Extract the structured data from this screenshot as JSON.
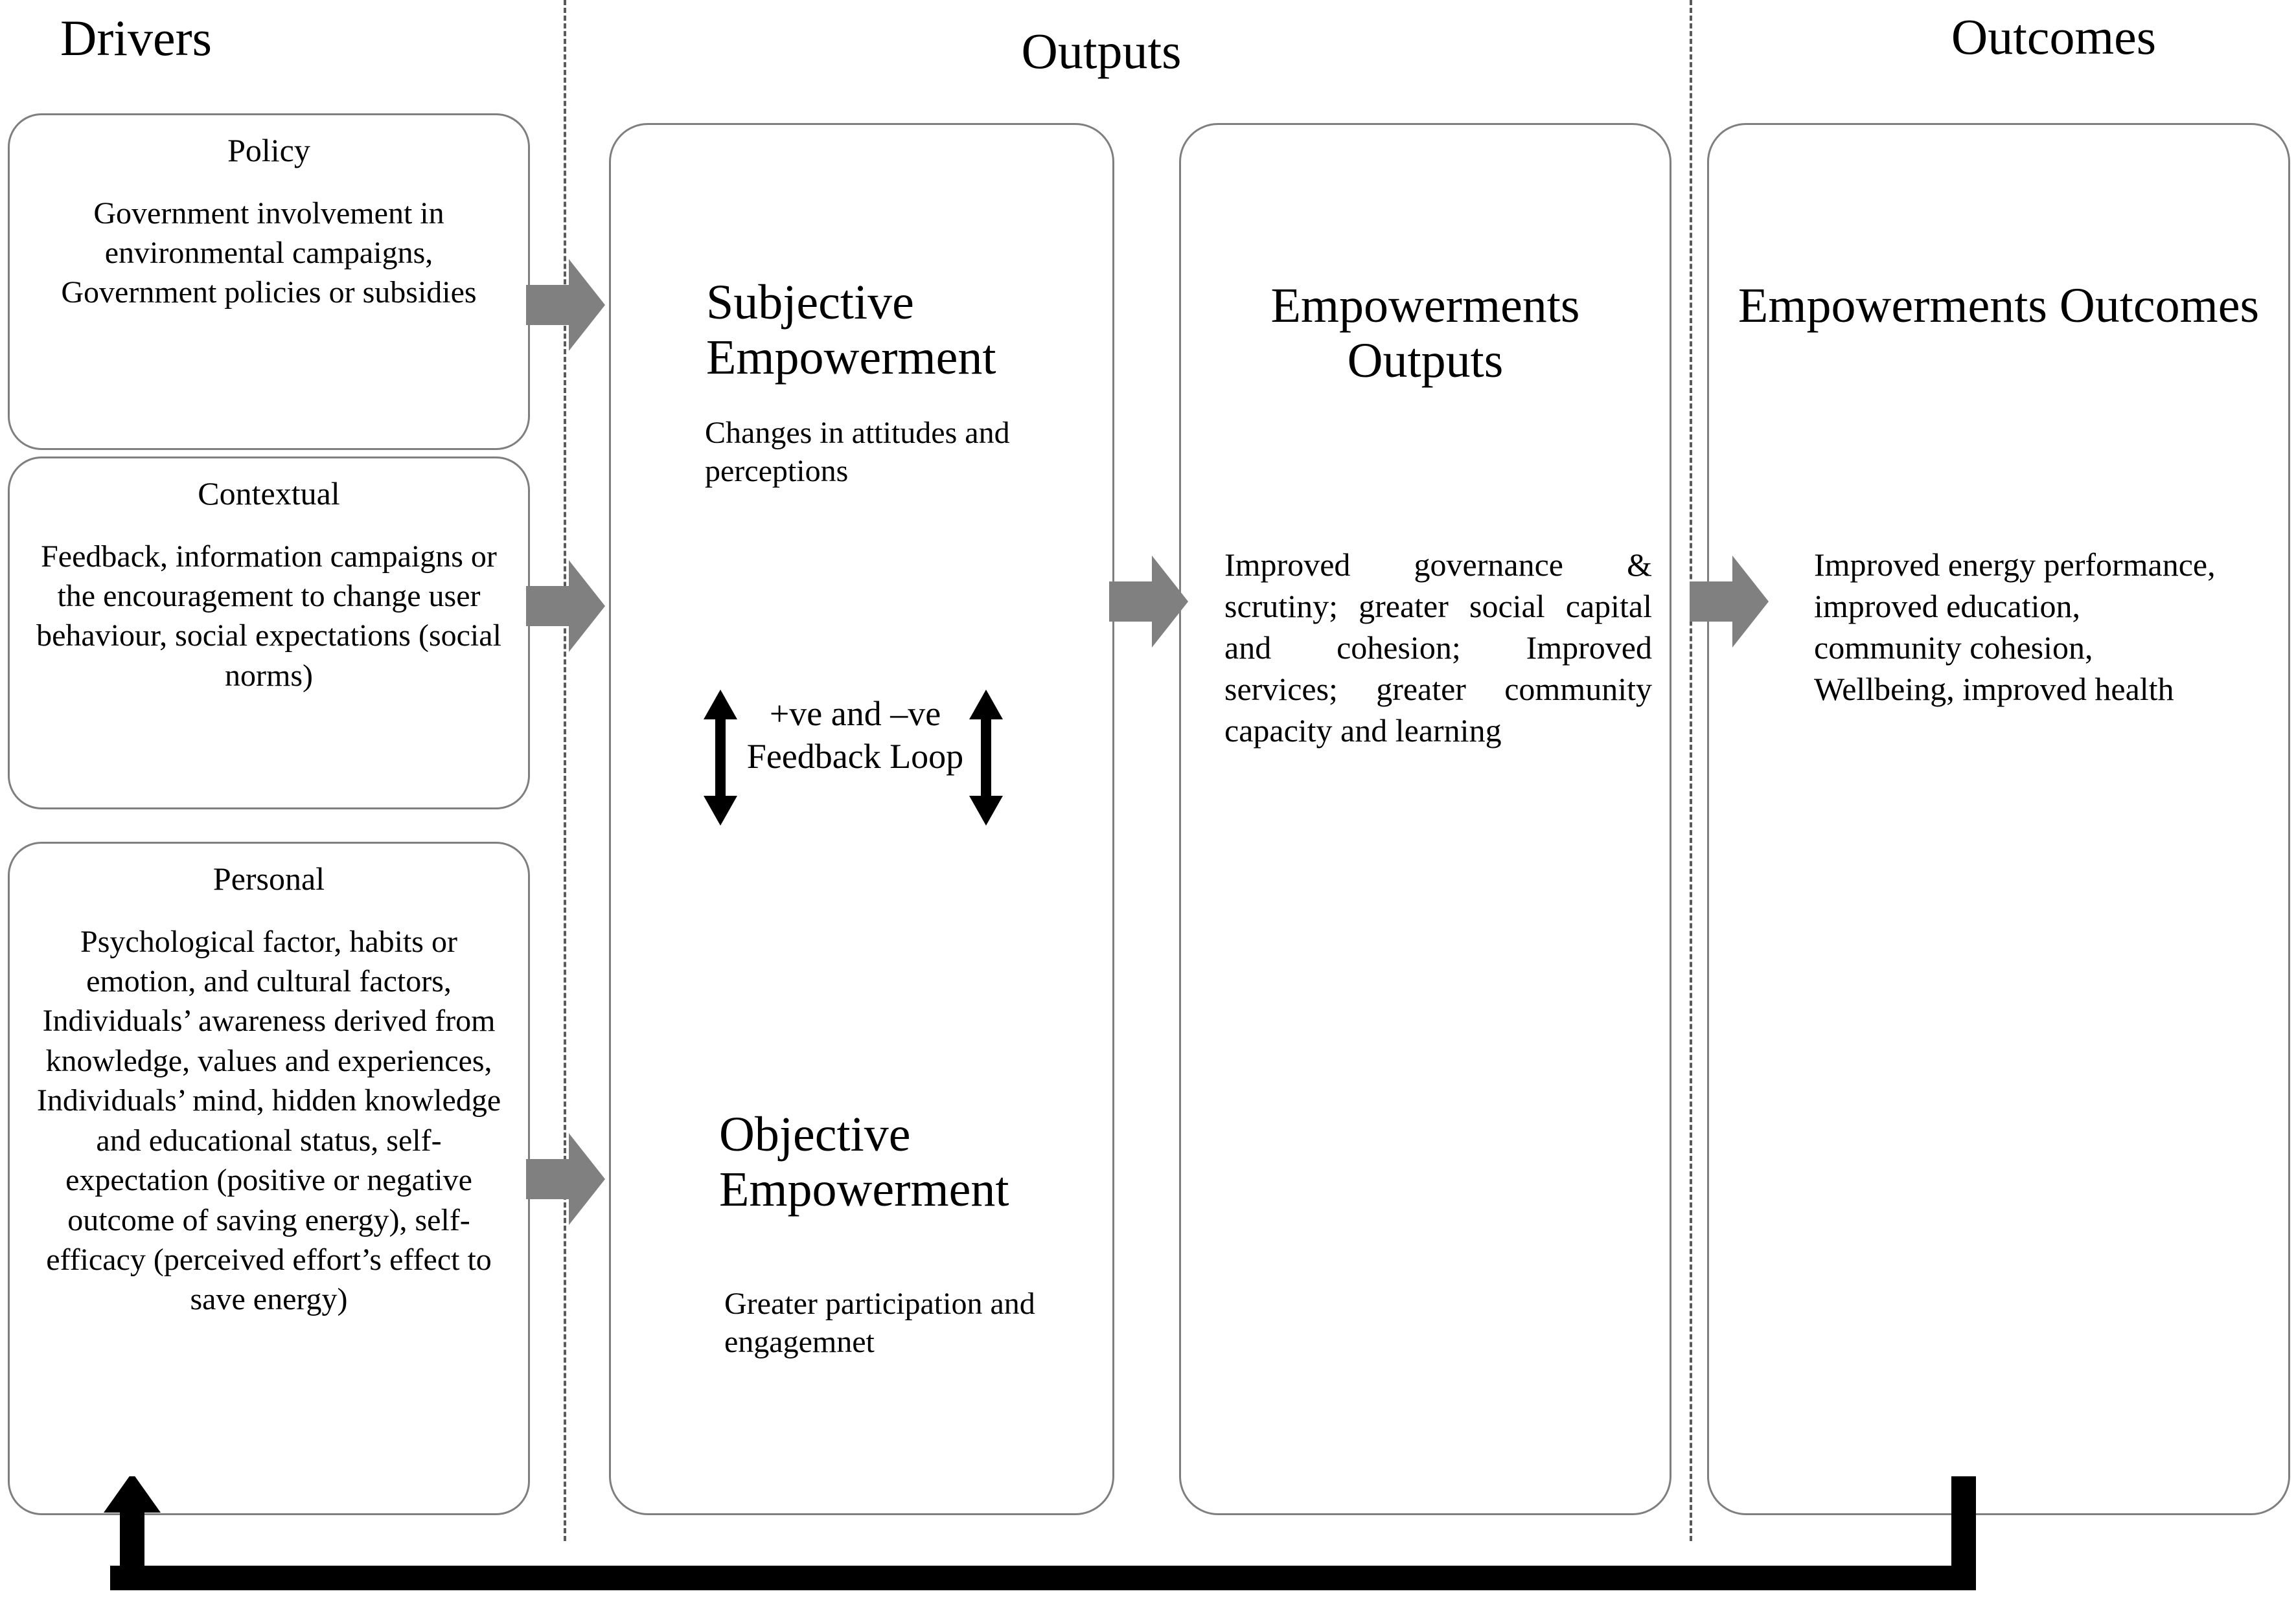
{
  "headers": {
    "drivers": "Drivers",
    "outputs": "Outputs",
    "outcomes": "Outcomes"
  },
  "drivers": {
    "boxes": [
      {
        "id": "policy",
        "title": "Policy",
        "body": "Government involvement in environmental campaigns, Government policies or subsidies"
      },
      {
        "id": "contextual",
        "title": "Contextual",
        "body": "Feedback, information campaigns or the encouragement to change user behaviour, social expectations (social norms)"
      },
      {
        "id": "personal",
        "title": "Personal",
        "body": "Psychological factor, habits or emotion, and cultural factors, Individuals’ awareness derived from knowledge, values and experiences, Individuals’ mind, hidden knowledge and educational status, self-expectation (positive or negative outcome of saving energy), self-efficacy (perceived effort’s effect to save energy)"
      }
    ]
  },
  "outputs_column": {
    "subjective": {
      "title": "Subjective Empowerment",
      "subtitle": "Changes in attitudes and perceptions"
    },
    "feedback_loop": {
      "label": "+ve and –ve Feedback Loop",
      "arrow_left": "double-headed-vertical-arrow",
      "arrow_right": "double-headed-vertical-arrow"
    },
    "objective": {
      "title": "Objective Empowerment",
      "subtitle": "Greater participation and engagemnet"
    }
  },
  "empowerments_outputs": {
    "title": "Empowerments Outputs",
    "body": "Improved governance & scrutiny; greater social capital and cohesion; Improved services; greater community capacity and learning"
  },
  "empowerments_outcomes": {
    "title": "Empowerments Outcomes",
    "body": "Improved energy performance, improved education, community cohesion, Wellbeing, improved health"
  },
  "connectors": {
    "arrow_policy_to_outputs": "right-block-arrow",
    "arrow_contextual_to_outputs": "right-block-arrow",
    "arrow_personal_to_outputs": "right-block-arrow",
    "arrow_outputs_to_empowerments": "right-block-arrow",
    "arrow_empowerments_to_outcomes": "right-block-arrow",
    "feedback_return_path": "feedback-loop-return-arrow"
  },
  "colors": {
    "box_border": "#7f7f7f",
    "connector_arrow": "#808080",
    "divider": "#5a5a5a",
    "feedback_path": "#000000",
    "text": "#000000",
    "background": "#ffffff"
  }
}
